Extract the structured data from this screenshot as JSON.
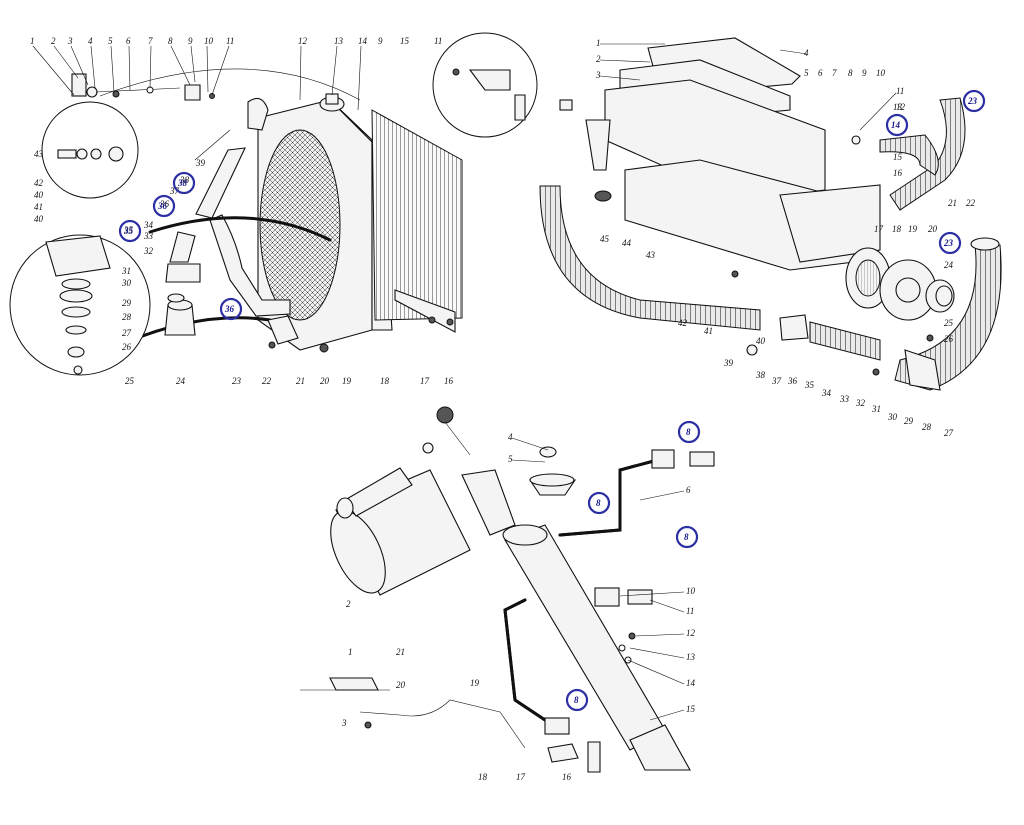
{
  "colors": {
    "highlight": "#2b2fa3",
    "ink": "#111111",
    "paper": "#ffffff"
  },
  "diagram_a": {
    "labels": [
      "1",
      "2",
      "3",
      "4",
      "5",
      "6",
      "7",
      "8",
      "9",
      "10",
      "11",
      "12",
      "13",
      "14",
      "9",
      "15",
      "11",
      "43",
      "42",
      "40",
      "41",
      "40",
      "39",
      "38",
      "37",
      "36",
      "35",
      "34",
      "33",
      "32",
      "31",
      "30",
      "29",
      "28",
      "27",
      "26",
      "25",
      "24",
      "23",
      "22",
      "21",
      "20",
      "19",
      "18",
      "17",
      "16"
    ],
    "highlighted": [
      "38",
      "36",
      "35",
      "36"
    ]
  },
  "diagram_b": {
    "labels": [
      "1",
      "2",
      "3",
      "4",
      "5",
      "6",
      "7",
      "8",
      "9",
      "10",
      "11",
      "12",
      "13",
      "14",
      "15",
      "16",
      "17",
      "18",
      "19",
      "20",
      "21",
      "22",
      "23",
      "23",
      "24",
      "25",
      "26",
      "27",
      "28",
      "29",
      "30",
      "31",
      "32",
      "33",
      "34",
      "35",
      "36",
      "37",
      "38",
      "39",
      "40",
      "41",
      "42",
      "43",
      "44",
      "45"
    ],
    "highlighted": [
      "23",
      "14",
      "23"
    ]
  },
  "diagram_c": {
    "labels": [
      "4",
      "5",
      "6",
      "2",
      "10",
      "11",
      "12",
      "13",
      "14",
      "15",
      "1",
      "21",
      "20",
      "3",
      "19",
      "18",
      "17",
      "16"
    ],
    "highlighted": [
      "8",
      "8",
      "8",
      "8"
    ]
  }
}
